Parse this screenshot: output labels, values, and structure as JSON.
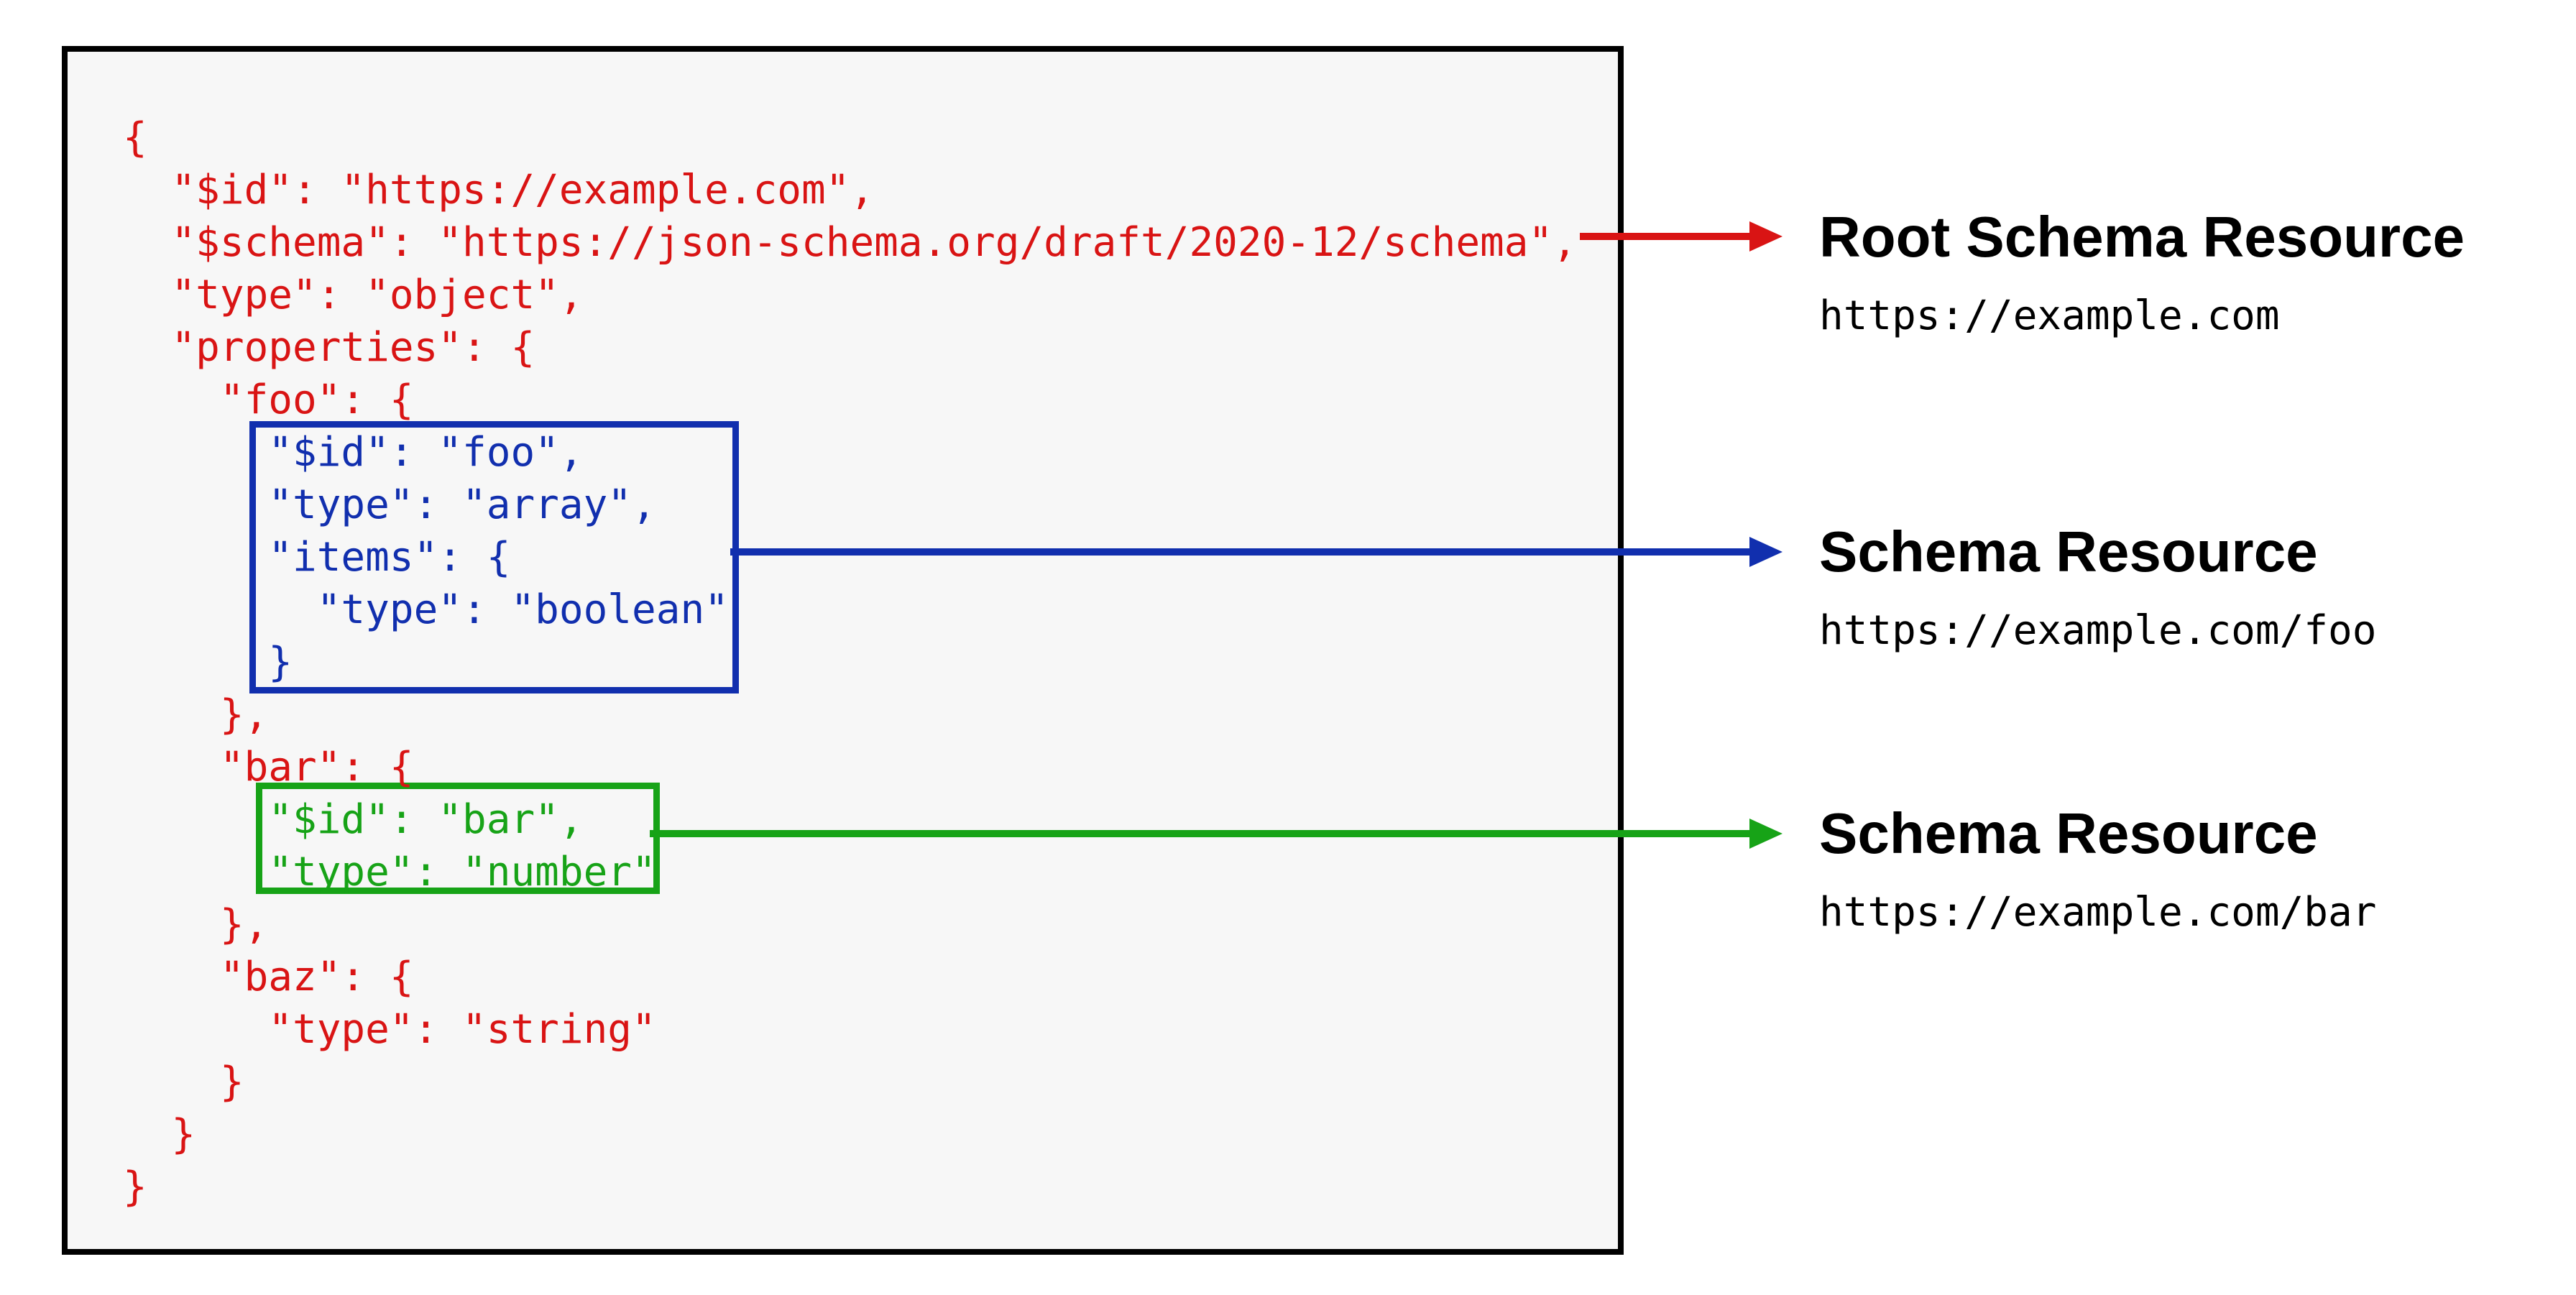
{
  "colors": {
    "red": "#d91414",
    "blue": "#112fae",
    "green": "#17a317",
    "panel_border": "#000000",
    "panel_fill": "#f7f7f7",
    "label_text": "#000000"
  },
  "code": {
    "lines": [
      {
        "text": "{",
        "color": "#d91414"
      },
      {
        "text": "  \"$id\": \"https://example.com\",",
        "color": "#d91414"
      },
      {
        "text": "  \"$schema\": \"https://json-schema.org/draft/2020-12/schema\",",
        "color": "#d91414"
      },
      {
        "text": "  \"type\": \"object\",",
        "color": "#d91414"
      },
      {
        "text": "  \"properties\": {",
        "color": "#d91414"
      },
      {
        "text": "    \"foo\": {",
        "color": "#d91414"
      },
      {
        "text": "      \"$id\": \"foo\",",
        "color": "#112fae"
      },
      {
        "text": "      \"type\": \"array\",",
        "color": "#112fae"
      },
      {
        "text": "      \"items\": {",
        "color": "#112fae"
      },
      {
        "text": "        \"type\": \"boolean\"",
        "color": "#112fae"
      },
      {
        "text": "      }",
        "color": "#112fae"
      },
      {
        "text": "    },",
        "color": "#d91414"
      },
      {
        "text": "    \"bar\": {",
        "color": "#d91414"
      },
      {
        "text": "      \"$id\": \"bar\",",
        "color": "#17a317"
      },
      {
        "text": "      \"type\": \"number\"",
        "color": "#17a317"
      },
      {
        "text": "    },",
        "color": "#d91414"
      },
      {
        "text": "    \"baz\": {",
        "color": "#d91414"
      },
      {
        "text": "      \"type\": \"string\"",
        "color": "#d91414"
      },
      {
        "text": "    }",
        "color": "#d91414"
      },
      {
        "text": "  }",
        "color": "#d91414"
      },
      {
        "text": "}",
        "color": "#d91414"
      }
    ]
  },
  "labels": [
    {
      "title": "Root Schema Resource",
      "url": "https://example.com",
      "arrow_color": "#d91414"
    },
    {
      "title": "Schema Resource",
      "url": "https://example.com/foo",
      "arrow_color": "#112fae"
    },
    {
      "title": "Schema Resource",
      "url": "https://example.com/bar",
      "arrow_color": "#17a317"
    }
  ]
}
